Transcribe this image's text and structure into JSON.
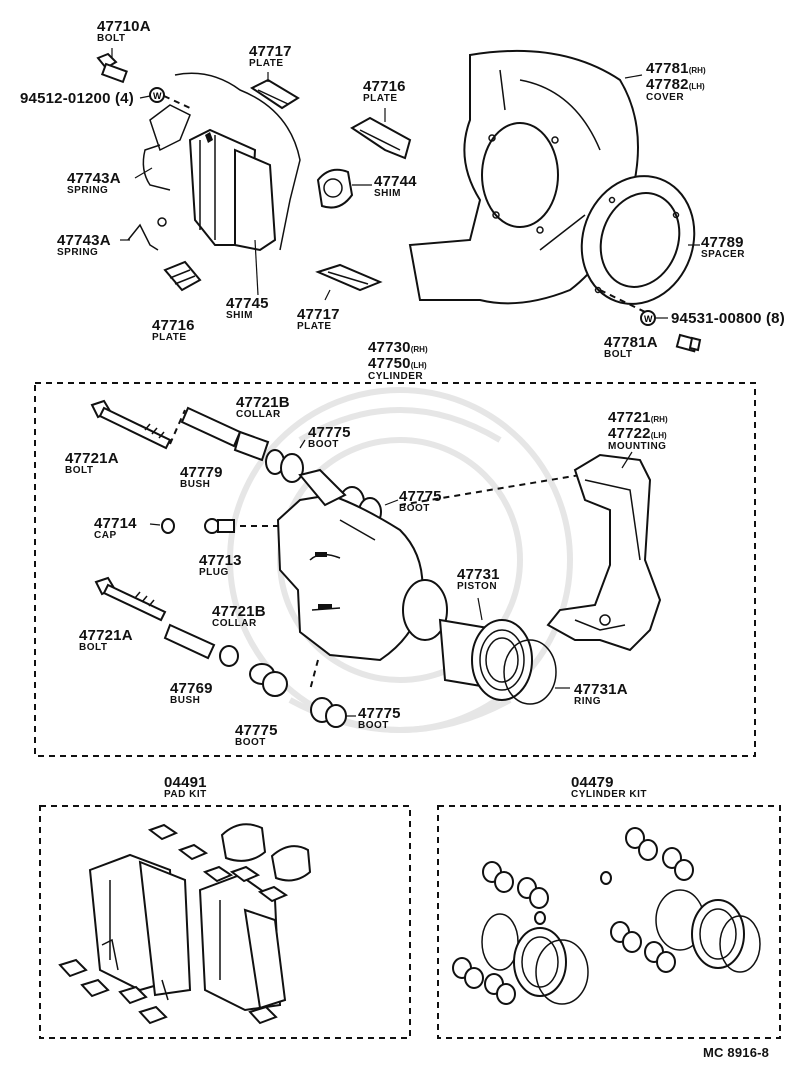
{
  "diagram_code": "MC 8916-8",
  "parts": {
    "p47710A": {
      "num": "47710A",
      "name": "BOLT"
    },
    "p94512": {
      "num": "94512-01200 (4)"
    },
    "p47717_top": {
      "num": "47717",
      "name": "PLATE"
    },
    "p47716_top": {
      "num": "47716",
      "name": "PLATE"
    },
    "p47781": {
      "num1": "47781",
      "sfx1": "(RH)",
      "num2": "47782",
      "sfx2": "(LH)",
      "name": "COVER"
    },
    "p47743A_1": {
      "num": "47743A",
      "name": "SPRING"
    },
    "p47744": {
      "num": "47744",
      "name": "SHIM"
    },
    "p47743A_2": {
      "num": "47743A",
      "name": "SPRING"
    },
    "p47789": {
      "num": "47789",
      "name": "SPACER"
    },
    "p47745": {
      "num": "47745",
      "name": "SHIM"
    },
    "p47716_bot": {
      "num": "47716",
      "name": "PLATE"
    },
    "p47717_bot": {
      "num": "47717",
      "name": "PLATE"
    },
    "p94531": {
      "num": "94531-00800 (8)"
    },
    "p47781A": {
      "num": "47781A",
      "name": "BOLT"
    },
    "p47730": {
      "num1": "47730",
      "sfx1": "(RH)",
      "num2": "47750",
      "sfx2": "(LH)",
      "name": "CYLINDER"
    },
    "p47721B_1": {
      "num": "47721B",
      "name": "COLLAR"
    },
    "p47721": {
      "num1": "47721",
      "sfx1": "(RH)",
      "num2": "47722",
      "sfx2": "(LH)",
      "name": "MOUNTING"
    },
    "p47775_1": {
      "num": "47775",
      "name": "BOOT"
    },
    "p47721A_1": {
      "num": "47721A",
      "name": "BOLT"
    },
    "p47779": {
      "num": "47779",
      "name": "BUSH"
    },
    "p47775_2": {
      "num": "47775",
      "name": "BOOT"
    },
    "p47714": {
      "num": "47714",
      "name": "CAP"
    },
    "p47713": {
      "num": "47713",
      "name": "PLUG"
    },
    "p47731": {
      "num": "47731",
      "name": "PISTON"
    },
    "p47721A_2": {
      "num": "47721A",
      "name": "BOLT"
    },
    "p47721B_2": {
      "num": "47721B",
      "name": "COLLAR"
    },
    "p47731A": {
      "num": "47731A",
      "name": "RING"
    },
    "p47769": {
      "num": "47769",
      "name": "BUSH"
    },
    "p47775_3": {
      "num": "47775",
      "name": "BOOT"
    },
    "p47775_4": {
      "num": "47775",
      "name": "BOOT"
    },
    "p04491": {
      "num": "04491",
      "name": "PAD KIT"
    },
    "p04479": {
      "num": "04479",
      "name": "CYLINDER KIT"
    }
  },
  "icons": [
    "bolt-icon",
    "washer-icon",
    "plate-icon",
    "dust-cover-icon",
    "spring-icon",
    "shim-icon",
    "spacer-icon",
    "brake-pad-icon",
    "caliper-cylinder-icon",
    "piston-icon",
    "boot-icon",
    "mounting-bracket-icon",
    "ring-icon",
    "cap-icon",
    "plug-icon",
    "bush-icon",
    "collar-icon"
  ],
  "colors": {
    "ink": "#111111",
    "paper": "#ffffff",
    "watermark": "#e6e6e6"
  }
}
